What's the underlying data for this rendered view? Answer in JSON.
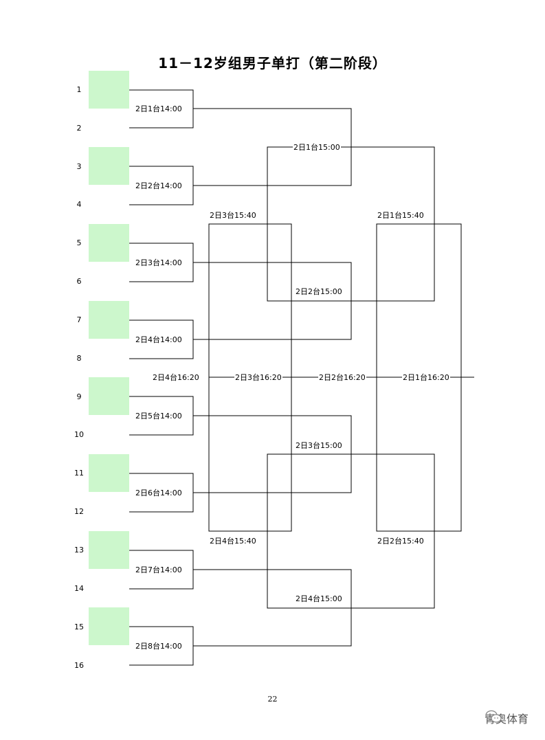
{
  "title": "11－12岁组男子单打（第二阶段）",
  "seeds": [
    "1",
    "2",
    "3",
    "4",
    "5",
    "6",
    "7",
    "8",
    "9",
    "10",
    "11",
    "12",
    "13",
    "14",
    "15",
    "16"
  ],
  "round1": [
    "2日1台14:00",
    "2日2台14:00",
    "2日3台14:00",
    "2日4台14:00",
    "2日5台14:00",
    "2日6台14:00",
    "2日7台14:00",
    "2日8台14:00"
  ],
  "round2": [
    "2日1台15:00",
    "2日2台15:00",
    "2日3台15:00",
    "2日4台15:00"
  ],
  "round3": [
    "2日1台15:40",
    "2日2台15:40"
  ],
  "placement": [
    "2日3台15:40",
    "2日4台15:40"
  ],
  "final_row": [
    "2日4台16:20",
    "2日3台16:20",
    "2日2台16:20",
    "2日1台16:20"
  ],
  "page_number": "22",
  "watermark": "青奥体育"
}
